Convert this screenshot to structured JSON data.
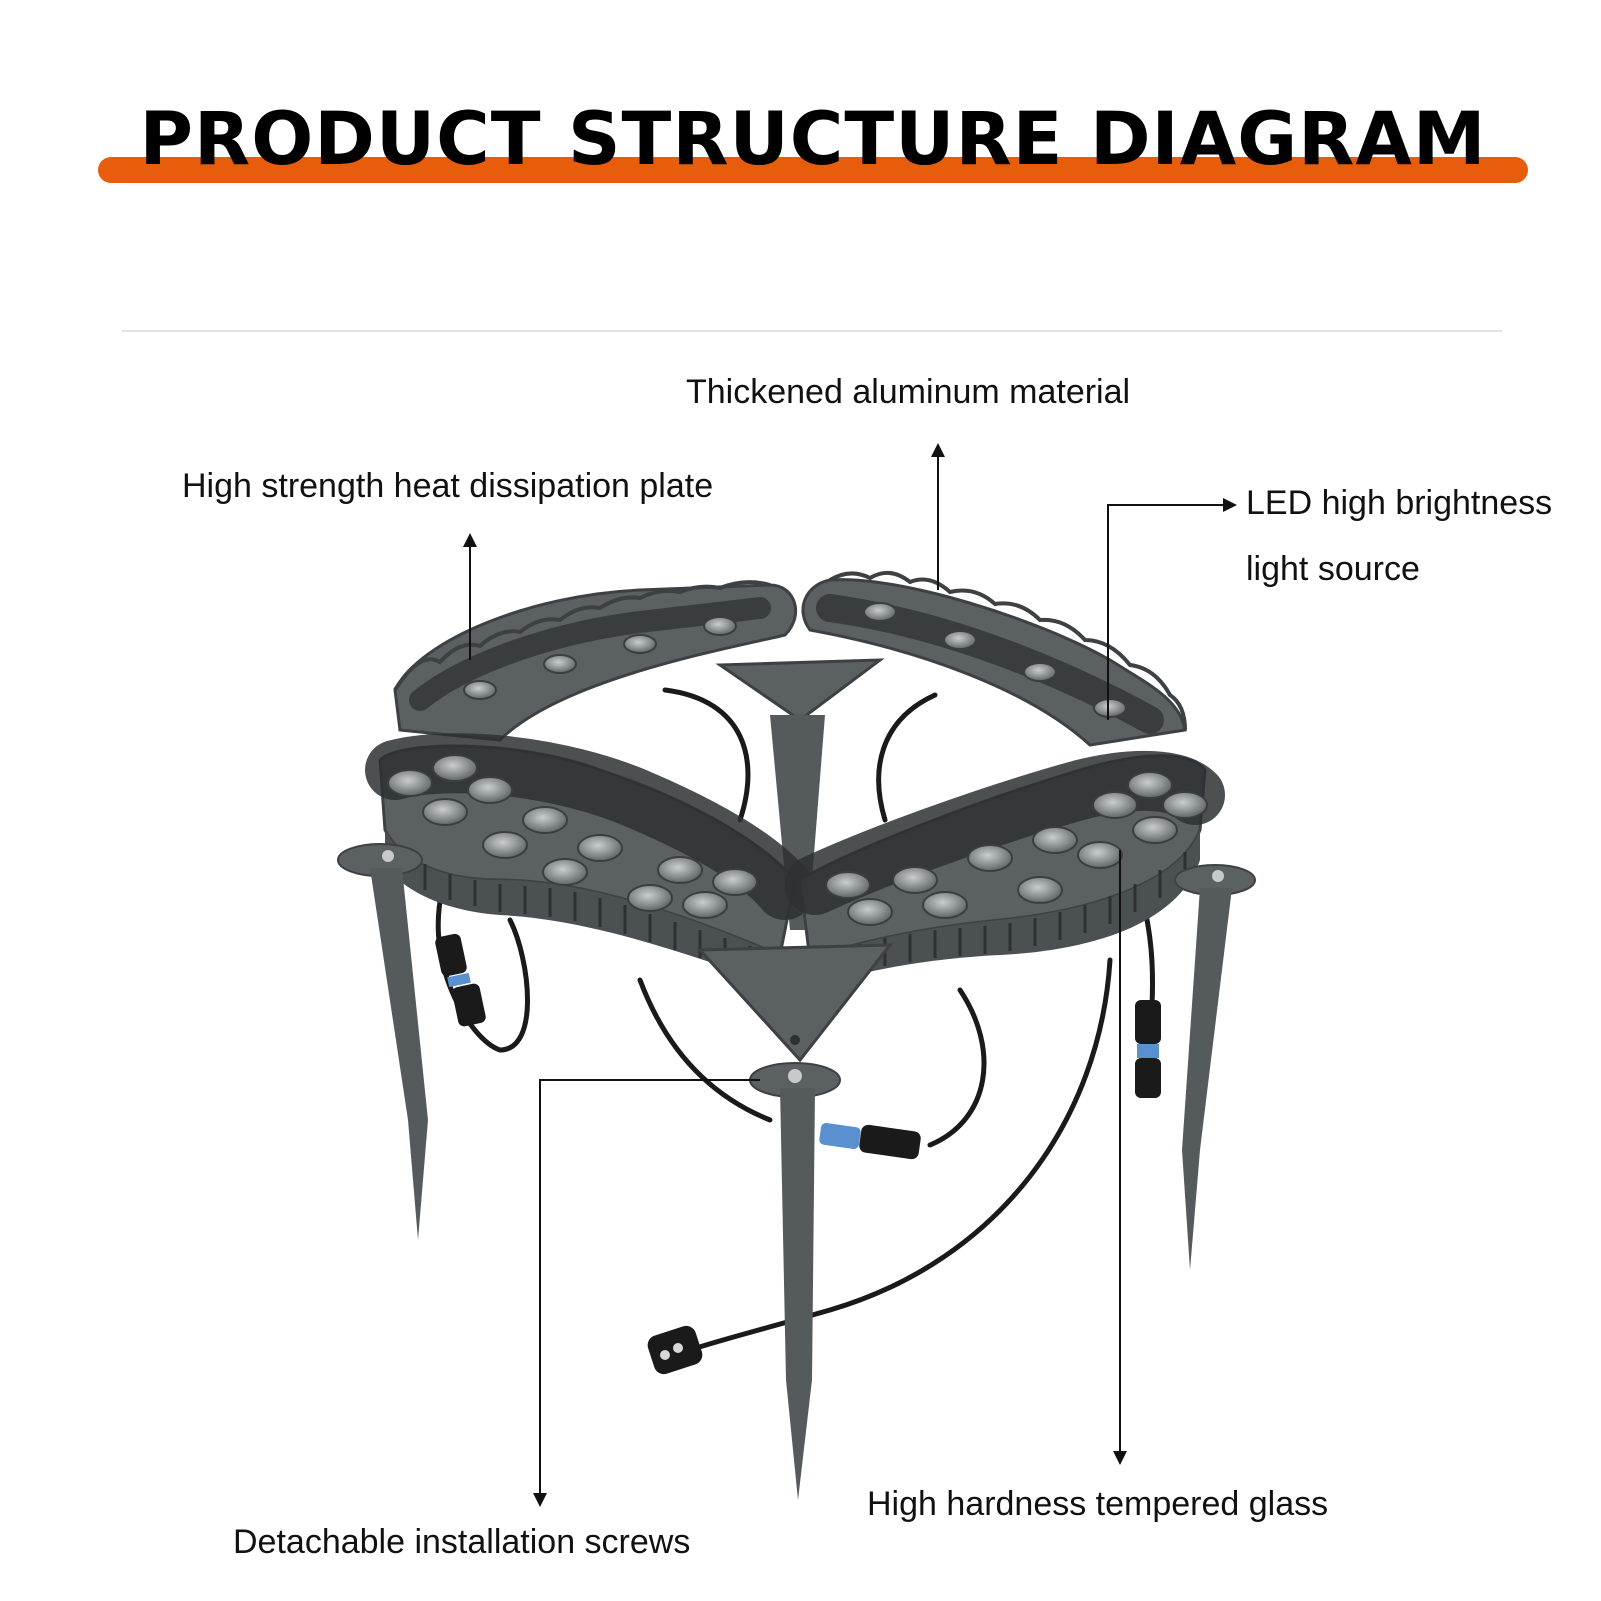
{
  "title": "PRODUCT STRUCTURE DIAGRAM",
  "labels": {
    "aluminum": "Thickened aluminum material",
    "heat_plate": "High strength heat dissipation plate",
    "led_line1": "LED high brightness",
    "led_line2": "light source",
    "glass": "High hardness tempered glass",
    "screws": "Detachable installation screws"
  },
  "colors": {
    "accent": "#e85d0c",
    "housing": "#5b6063",
    "housing_dark": "#3d4144",
    "lens": "#8a8f92",
    "cable": "#1a1a1a",
    "arrow": "#111111"
  },
  "icons": {
    "product": "led-ring-floodlight-illustration",
    "arrows": "arrow-pointer-icon"
  }
}
